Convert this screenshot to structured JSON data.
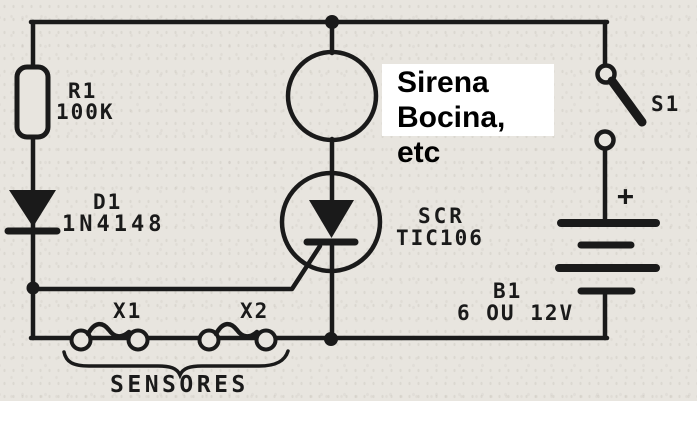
{
  "diagram": {
    "kind": "alarm-siren-circuit-schematic",
    "components": {
      "resistor": {
        "ref": "R1",
        "value": "100K"
      },
      "diode": {
        "ref": "D1",
        "value": "1N4148"
      },
      "siren_annotation": {
        "line1": "Sirena",
        "line2": "Bocina, etc"
      },
      "scr": {
        "ref": "SCR",
        "value": "TIC106"
      },
      "switch": {
        "ref": "S1"
      },
      "battery": {
        "ref": "B1",
        "value": "6 OU 12V",
        "polarity": "+"
      },
      "sensor1": {
        "ref": "X1"
      },
      "sensor2": {
        "ref": "X2"
      },
      "sensors_caption": "SENSORES"
    },
    "colors": {
      "ink": "#1a1a1a",
      "paper": "#e8e5df",
      "annotation_bg": "#ffffff",
      "annotation_text": "#000000"
    }
  }
}
